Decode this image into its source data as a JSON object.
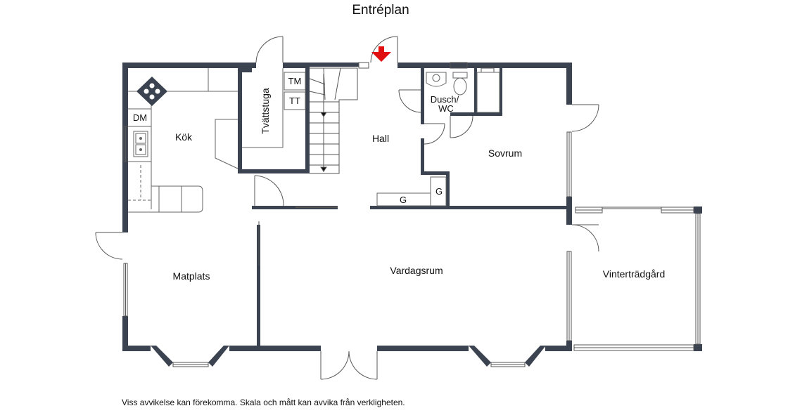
{
  "title": "Entréplan",
  "disclaimer": "Viss avvikelse kan förekomma. Skala och mått kan avvika från verkligheten.",
  "rooms": {
    "kok": "Kök",
    "dm": "DM",
    "tvattstuga": "Tvättstuga",
    "tm": "TM",
    "tt": "TT",
    "hall": "Hall",
    "dusch": "Dusch/",
    "wc": "WC",
    "sovrum": "Sovrum",
    "g1": "G",
    "g2": "G",
    "matplats": "Matplats",
    "vardagsrum": "Vardagsrum",
    "vintertradgard": "Vinterträdgård"
  },
  "colors": {
    "wall": "#3b4350",
    "line": "#555555",
    "entrance_arrow": "#e01010"
  },
  "icons": {
    "entrance": "entrance-arrow-icon",
    "stove": "stove-icon",
    "sink": "sink-icon",
    "toilet": "toilet-icon"
  }
}
